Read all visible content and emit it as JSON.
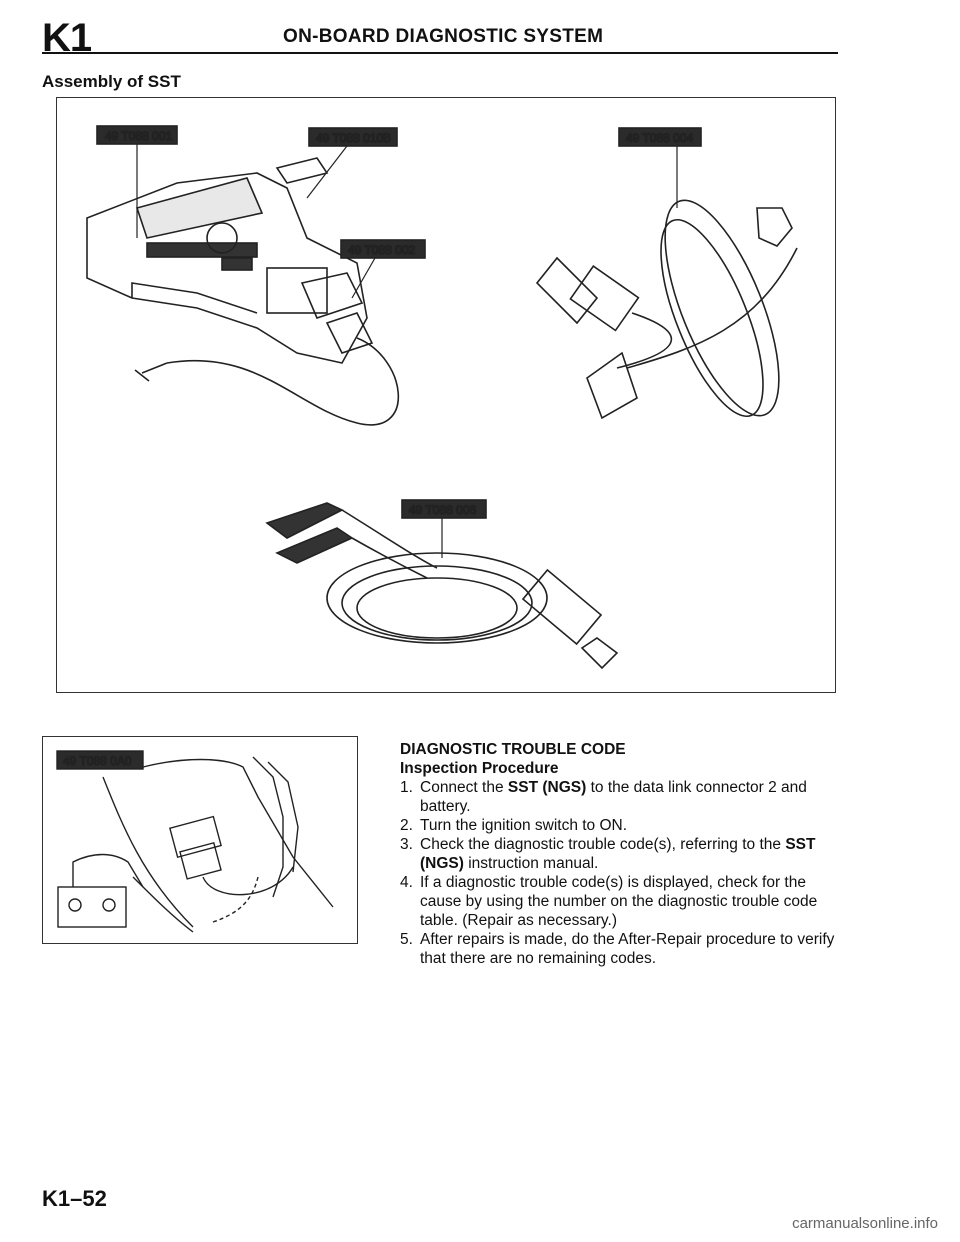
{
  "header": {
    "section_code": "K1",
    "title": "ON-BOARD DIAGNOSTIC SYSTEM"
  },
  "assembly": {
    "heading": "Assembly of SST",
    "part_tags": [
      "49 T088 001",
      "49 T088 010B",
      "49 T088 004",
      "49 T088 002",
      "49 T088 006"
    ]
  },
  "inspection_figure": {
    "part_tag": "49 T088 0A0"
  },
  "dtc": {
    "title": "DIAGNOSTIC TROUBLE CODE",
    "subtitle": "Inspection Procedure",
    "steps": [
      {
        "num": "1.",
        "before": "Connect the ",
        "bold": "SST (NGS)",
        "after": " to the data link connector 2 and battery."
      },
      {
        "num": "2.",
        "before": "Turn the ignition switch to ON.",
        "bold": "",
        "after": ""
      },
      {
        "num": "3.",
        "before": "Check the diagnostic trouble code(s), referring to the ",
        "bold": "SST (NGS)",
        "after": " instruction manual."
      },
      {
        "num": "4.",
        "before": "If a diagnostic trouble code(s) is displayed, check for the cause by using the number on the diagnostic trouble code table. (Repair as necessary.)",
        "bold": "",
        "after": ""
      },
      {
        "num": "5.",
        "before": "After repairs is made, do the After-Repair procedure to verify that there are no remaining codes.",
        "bold": "",
        "after": ""
      }
    ]
  },
  "footer": {
    "page_number": "K1–52",
    "watermark": "carmanualsonline.info"
  }
}
